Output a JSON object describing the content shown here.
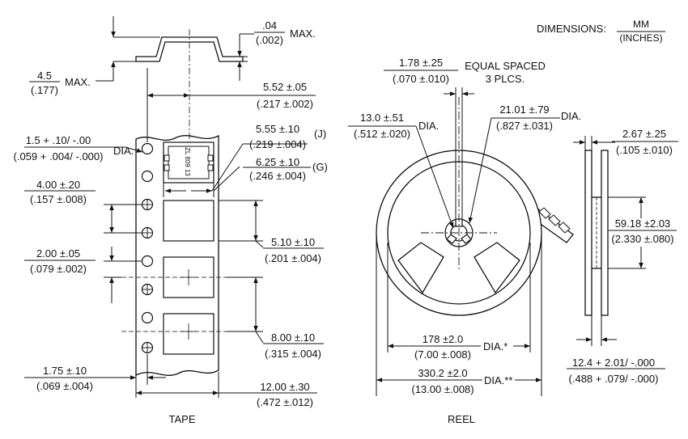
{
  "header": {
    "dimensions_label": "DIMENSIONS:",
    "unit_primary": "MM",
    "unit_secondary": "(INCHES)"
  },
  "tape": {
    "label": "TAPE",
    "dims": {
      "thickness_mm": ".04",
      "thickness_in": "(.002)",
      "thickness_suffix": "MAX.",
      "height_mm": "4.5",
      "height_in": "(.177)",
      "height_suffix": "MAX.",
      "p552_mm": "5.52 ±.05",
      "p552_in": "(.217 ±.002)",
      "hole_mm": "1.5 + .10/ -.00",
      "hole_in": "(.059 + .004/ -.000)",
      "hole_suffix": "DIA.",
      "p555_mm": "5.55 ±.10",
      "p555_in": "(.219 ±.004)",
      "p555_suffix": "(J)",
      "p625_mm": "6.25 ±.10",
      "p625_in": "(.246 ±.004)",
      "p625_suffix": "(G)",
      "p400_mm": "4.00 ±.20",
      "p400_in": "(.157 ±.008)",
      "p510_mm": "5.10 ±.10",
      "p510_in": "(.201 ±.004)",
      "p200_mm": "2.00 ±.05",
      "p200_in": "(.079 ±.002)",
      "p800_mm": "8.00 ±.10",
      "p800_in": "(.315 ±.004)",
      "p175_mm": "1.75 ±.10",
      "p175_in": "(.069 ±.004)",
      "p1200_mm": "12.00 ±.30",
      "p1200_in": "(.472 ±.012)"
    },
    "chip_marking": "ZL 809 13"
  },
  "reel": {
    "label": "REEL",
    "dims": {
      "p178_mm": "1.78 ±.25",
      "p178_in": "(.070 ±.010)",
      "equal_spaced_1": "EQUAL SPACED",
      "equal_spaced_2": "3 PLCS.",
      "p130_mm": "13.0 ±.51",
      "p130_in": "(.512 ±.020)",
      "p130_suffix": "DIA.",
      "p2101_mm": "21.01 ±.79",
      "p2101_in": "(.827 ±.031)",
      "p2101_suffix": "DIA.",
      "p267_mm": "2.67 ±.25",
      "p267_in": "(.105 ±.010)",
      "p5918_mm": "59.18 ±2.03",
      "p5918_in": "(2.330 ±.080)",
      "p178dia_mm": "178 ±2.0",
      "p178dia_in": "(7.00  ±.008)",
      "p178dia_suffix": "DIA.*",
      "p3302_mm": "330.2 ±2.0",
      "p3302_in": "(13.00  ±.008)",
      "p3302_suffix": "DIA.**",
      "p124_mm": "12.4 + 2.01/ -.000",
      "p124_in": "(.488 + .079/ -.000)"
    }
  }
}
